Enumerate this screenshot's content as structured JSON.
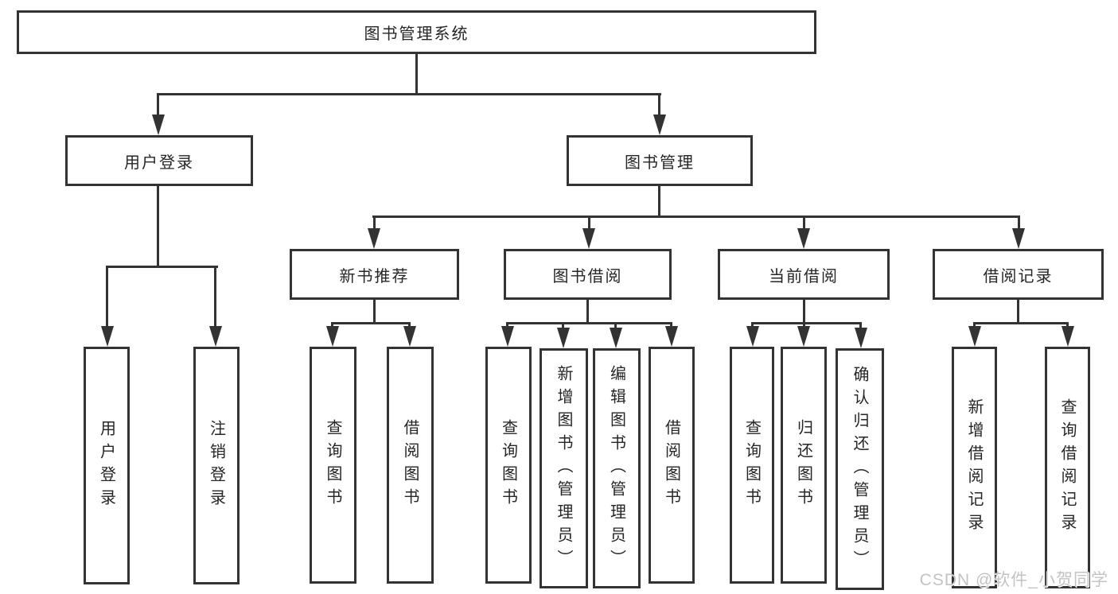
{
  "diagram": {
    "root": {
      "label": "图书管理系统"
    },
    "branches": [
      {
        "label": "用户登录",
        "children": [
          {
            "label": "用户登录"
          },
          {
            "label": "注销登录"
          }
        ]
      },
      {
        "label": "图书管理",
        "children": [
          {
            "label": "新书推荐",
            "children": [
              {
                "label": "查询图书"
              },
              {
                "label": "借阅图书"
              }
            ]
          },
          {
            "label": "图书借阅",
            "children": [
              {
                "label": "查询图书"
              },
              {
                "label": "新增图书（管理员）"
              },
              {
                "label": "编辑图书（管理员）"
              },
              {
                "label": "借阅图书"
              }
            ]
          },
          {
            "label": "当前借阅",
            "children": [
              {
                "label": "查询图书"
              },
              {
                "label": "归还图书"
              },
              {
                "label": "确认归还（管理员）"
              }
            ]
          },
          {
            "label": "借阅记录",
            "children": [
              {
                "label": "新增借阅记录"
              },
              {
                "label": "查询借阅记录"
              }
            ]
          }
        ]
      }
    ]
  },
  "watermark": {
    "text": "CSDN @软件_小贺同学"
  },
  "colors": {
    "line": "#333333",
    "box_border": "#333333",
    "text": "#262626",
    "watermark": "#c3c3c3",
    "background": "#ffffff"
  }
}
